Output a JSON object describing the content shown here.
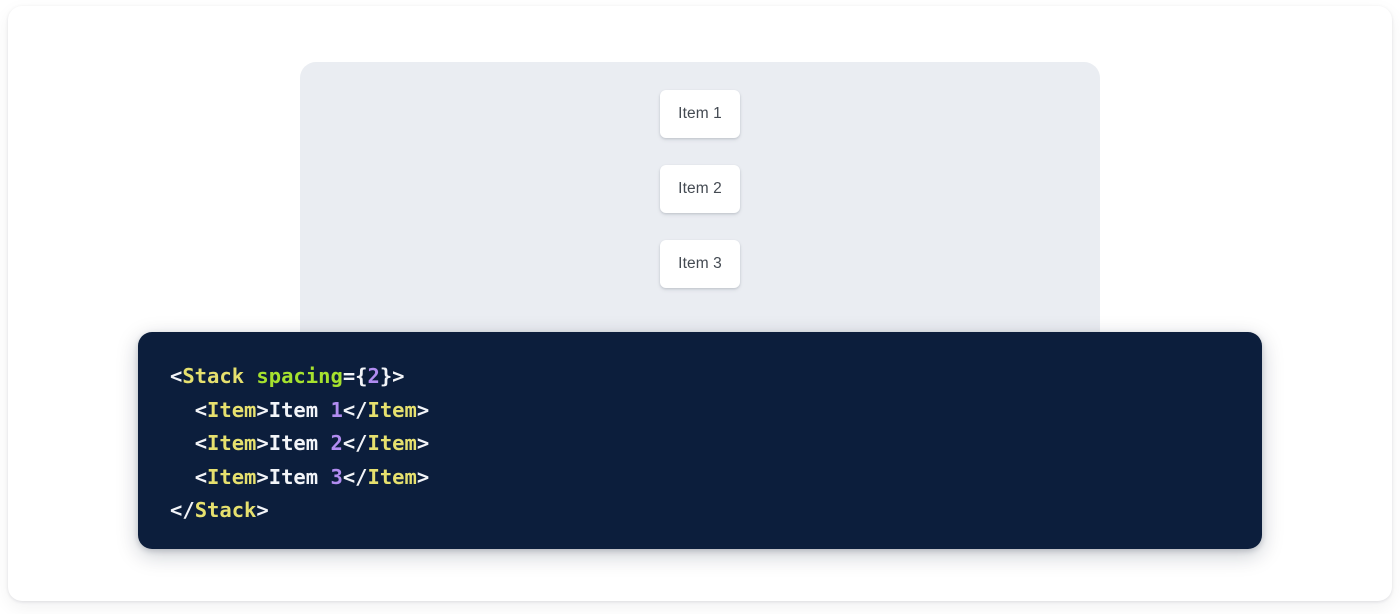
{
  "preview": {
    "background_color": "#eaedf2",
    "items": [
      {
        "label": "Item 1"
      },
      {
        "label": "Item 2"
      },
      {
        "label": "Item 3"
      }
    ]
  },
  "code": {
    "background_color": "#0c1e3c",
    "language": "jsx",
    "lines": [
      {
        "indent": "",
        "tokens": [
          {
            "text": "<",
            "type": "punc"
          },
          {
            "text": "Stack",
            "type": "tag"
          },
          {
            "text": " ",
            "type": "punc"
          },
          {
            "text": "spacing",
            "type": "attr"
          },
          {
            "text": "={",
            "type": "punc"
          },
          {
            "text": "2",
            "type": "num"
          },
          {
            "text": "}>",
            "type": "punc"
          }
        ]
      },
      {
        "indent": "  ",
        "tokens": [
          {
            "text": "<",
            "type": "punc"
          },
          {
            "text": "Item",
            "type": "tag"
          },
          {
            "text": ">",
            "type": "punc"
          },
          {
            "text": "Item ",
            "type": "text"
          },
          {
            "text": "1",
            "type": "num"
          },
          {
            "text": "</",
            "type": "punc"
          },
          {
            "text": "Item",
            "type": "tag"
          },
          {
            "text": ">",
            "type": "punc"
          }
        ]
      },
      {
        "indent": "  ",
        "tokens": [
          {
            "text": "<",
            "type": "punc"
          },
          {
            "text": "Item",
            "type": "tag"
          },
          {
            "text": ">",
            "type": "punc"
          },
          {
            "text": "Item ",
            "type": "text"
          },
          {
            "text": "2",
            "type": "num"
          },
          {
            "text": "</",
            "type": "punc"
          },
          {
            "text": "Item",
            "type": "tag"
          },
          {
            "text": ">",
            "type": "punc"
          }
        ]
      },
      {
        "indent": "  ",
        "tokens": [
          {
            "text": "<",
            "type": "punc"
          },
          {
            "text": "Item",
            "type": "tag"
          },
          {
            "text": ">",
            "type": "punc"
          },
          {
            "text": "Item ",
            "type": "text"
          },
          {
            "text": "3",
            "type": "num"
          },
          {
            "text": "</",
            "type": "punc"
          },
          {
            "text": "Item",
            "type": "tag"
          },
          {
            "text": ">",
            "type": "punc"
          }
        ]
      },
      {
        "indent": "",
        "tokens": [
          {
            "text": "</",
            "type": "punc"
          },
          {
            "text": "Stack",
            "type": "tag"
          },
          {
            "text": ">",
            "type": "punc"
          }
        ]
      }
    ],
    "colors": {
      "punctuation": "#f2f4f8",
      "tag": "#e6e06e",
      "attribute": "#a6e22e",
      "number": "#b18cf0",
      "text": "#f2f4f8"
    }
  }
}
